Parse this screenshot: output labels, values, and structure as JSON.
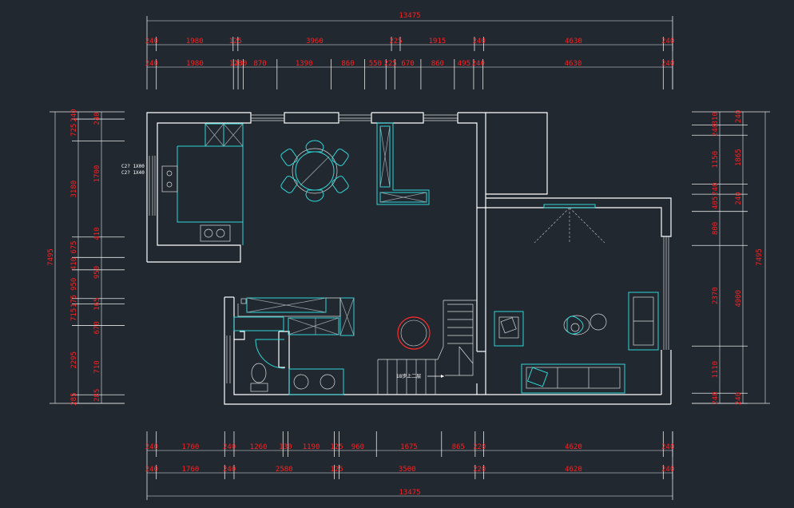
{
  "dimensions": {
    "top_total": "13475",
    "top_row1": [
      "240",
      "1980",
      "125",
      "3960",
      "225",
      "1915",
      "240",
      "4630",
      "240"
    ],
    "top_row2": [
      "240",
      "1980",
      "120",
      "130",
      "870",
      "1390",
      "860",
      "550",
      "225",
      "670",
      "860",
      "495",
      "240",
      "4630",
      "240"
    ],
    "bottom_row1": [
      "240",
      "1760",
      "240",
      "1260",
      "130",
      "1190",
      "125",
      "960",
      "1675",
      "865",
      "220",
      "4620",
      "240"
    ],
    "bottom_row2": [
      "240",
      "1760",
      "240",
      "2580",
      "125",
      "3500",
      "220",
      "4620",
      "240"
    ],
    "bottom_total": "13475",
    "left_total": "7495",
    "left_inner": [
      "240",
      "725",
      "3180",
      "675",
      "410",
      "950",
      "175",
      "715",
      "2295",
      "285"
    ],
    "left_inner2": [
      "240",
      "1700",
      "410",
      "950",
      "165",
      "670",
      "710",
      "285"
    ],
    "right_total": "7495",
    "right_inner": [
      "240",
      "1865",
      "240",
      "4900",
      "240"
    ],
    "right_inner2": [
      "310",
      "240",
      "1150",
      "240",
      "405",
      "800",
      "2370",
      "1110",
      "240"
    ]
  },
  "labels": {
    "left_note_1": "C2? 1X00",
    "left_note_2": "C2? 1X40",
    "stair_note": "18步上二层"
  }
}
